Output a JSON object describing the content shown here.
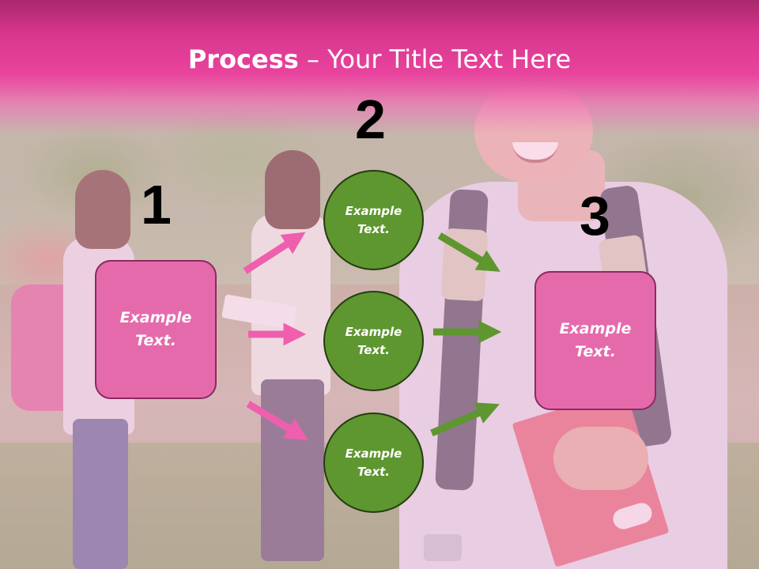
{
  "slide": {
    "title_bold": "Process",
    "title_rest": " – Your Title Text Here",
    "colors": {
      "pink": "#e56aac",
      "green": "#5e962f",
      "header": "#e9449d"
    }
  },
  "steps": {
    "one": {
      "number": "1",
      "text": "Example Text."
    },
    "two": {
      "number": "2",
      "items": [
        {
          "text": "Example Text."
        },
        {
          "text": "Example Text."
        },
        {
          "text": "Example Text."
        }
      ]
    },
    "three": {
      "number": "3",
      "text": "Example Text."
    }
  },
  "icons": [
    "arrow-right-icon"
  ]
}
